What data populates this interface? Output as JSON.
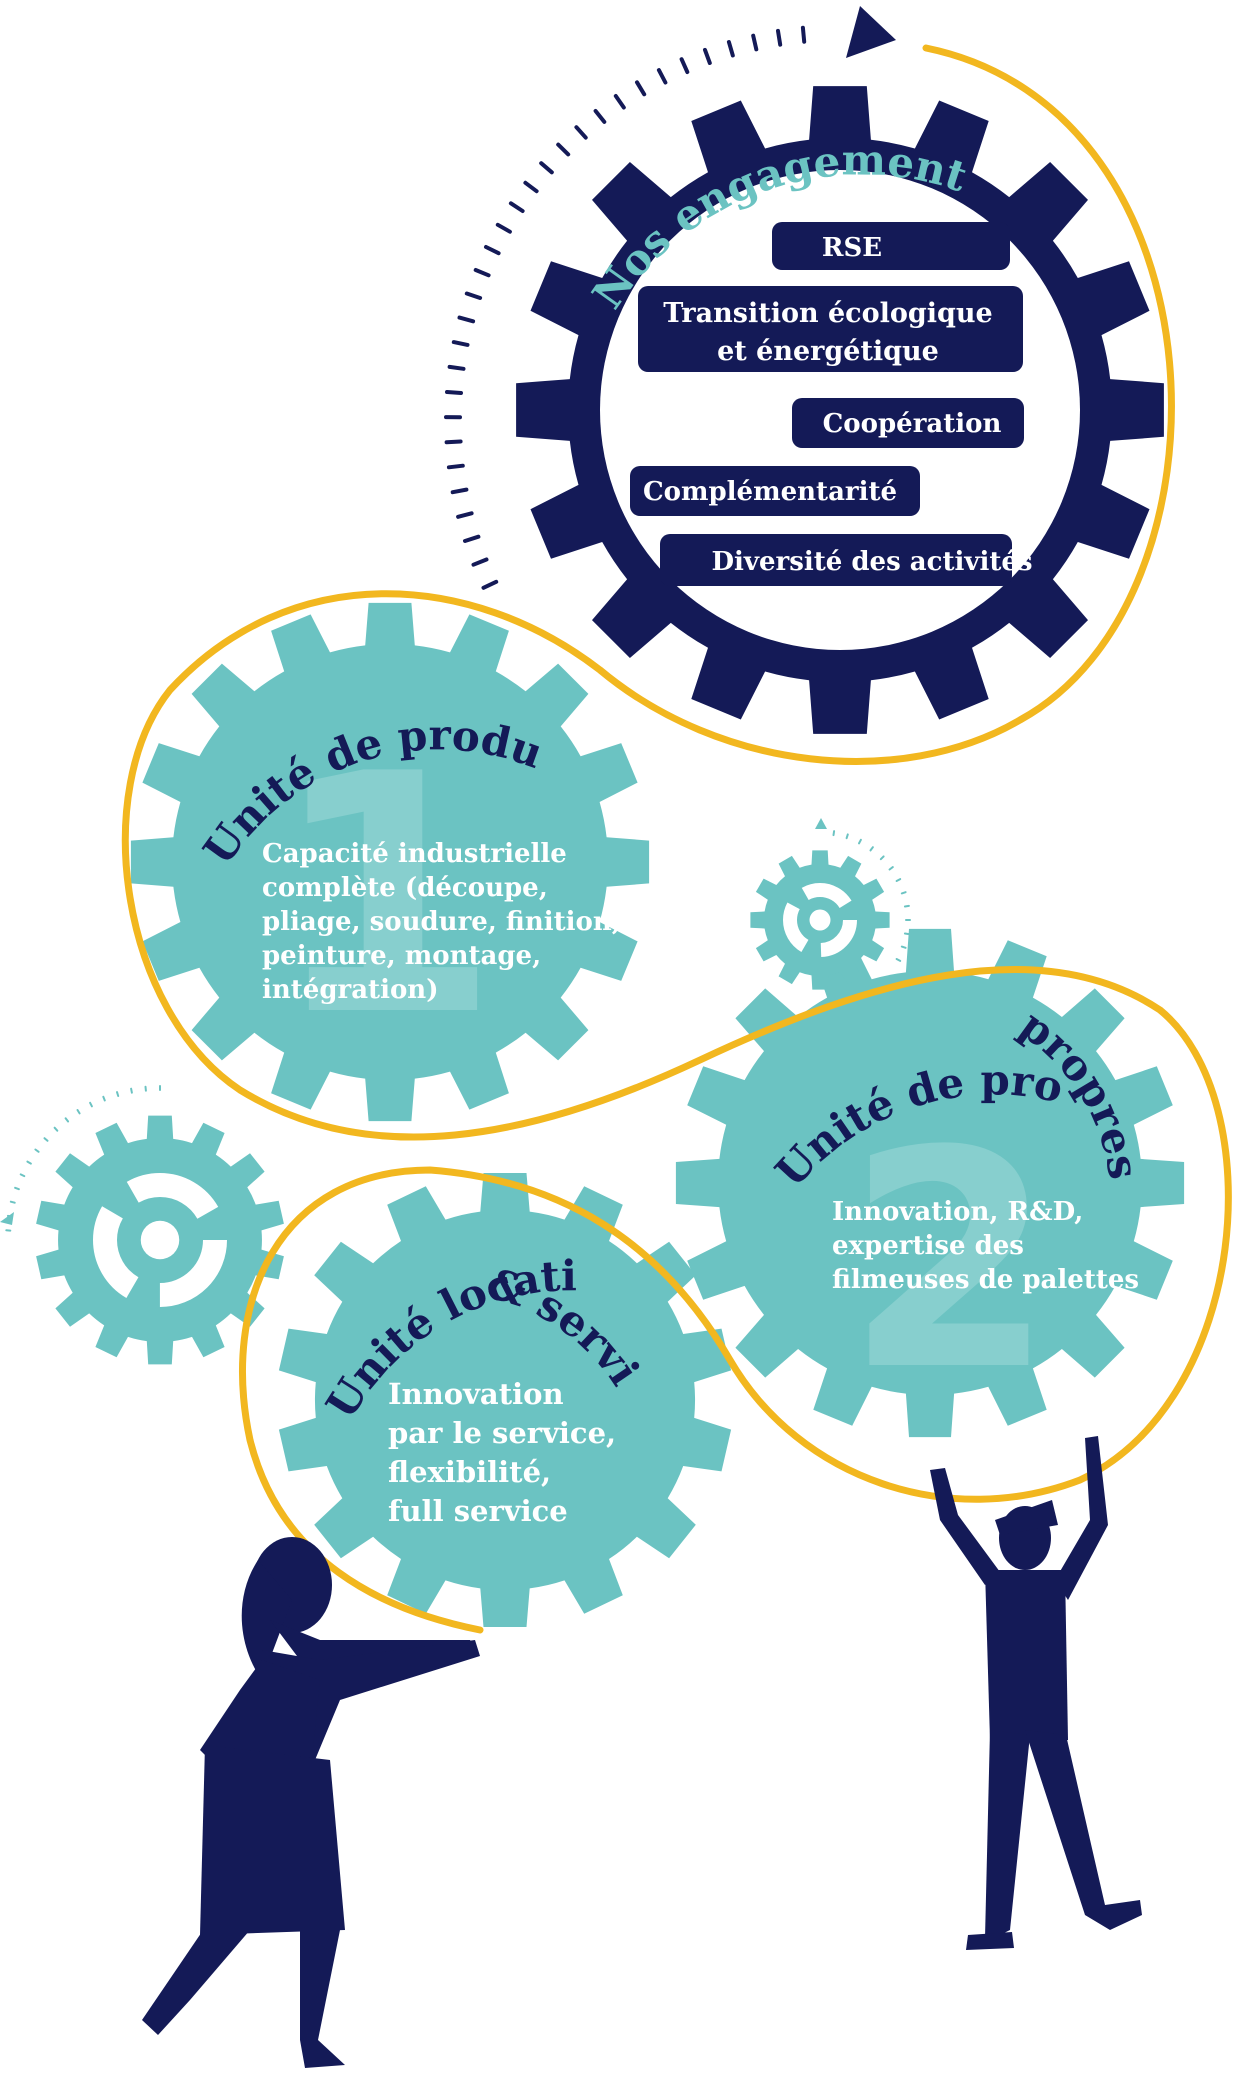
{
  "colors": {
    "navy": "#141a57",
    "teal": "#6bc3c2",
    "yellow": "#f2b71f",
    "white": "#ffffff",
    "digit": "#87cfce"
  },
  "commitments": {
    "title": "Nos engagements",
    "items": [
      {
        "lines": [
          "RSE"
        ]
      },
      {
        "lines": [
          "Transition écologique",
          "et énergétique"
        ]
      },
      {
        "lines": [
          "Coopération"
        ]
      },
      {
        "lines": [
          "Complémentarité"
        ]
      },
      {
        "lines": [
          "Diversité des activités"
        ]
      }
    ]
  },
  "production": {
    "title": "Unité de production",
    "number": "1",
    "lines": [
      "Capacité industrielle",
      "complète (découpe,",
      "pliage, soudure, finition,",
      "peinture, montage,",
      "intégration)"
    ]
  },
  "products": {
    "title_line1": "Unité de produits",
    "title_line2": "propres",
    "number": "2",
    "lines": [
      "Innovation, R&D,",
      "expertise des",
      "filmeuses de palettes"
    ]
  },
  "rental": {
    "title_line1": "Unité location",
    "title_line2": "& services",
    "lines": [
      "Innovation",
      "par le service,",
      "flexibilité,",
      "full service"
    ]
  },
  "icons": {
    "main_gear": "gear-icon",
    "small_gear_right": "gear-icon",
    "small_gear_left": "gear-icon",
    "woman": "woman-silhouette-icon",
    "man": "man-silhouette-icon",
    "arrow": "arrow-head-icon"
  }
}
